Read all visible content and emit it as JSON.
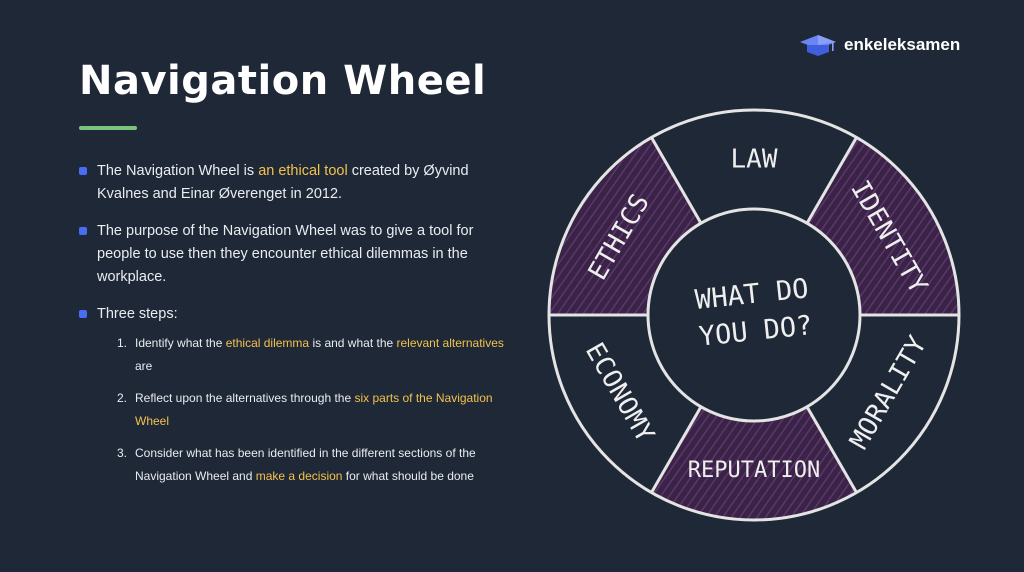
{
  "slide": {
    "title": "Navigation Wheel",
    "brand": {
      "name": "enkeleksamen"
    },
    "colors": {
      "background": "#1f2836",
      "highlight": "#f2c14e",
      "bullet": "#4a6cf5",
      "accent_line": "#7bc47f"
    },
    "bullets": [
      {
        "parts": [
          "The Navigation Wheel is ",
          "an ethical tool",
          " created by Øyvind Kvalnes and Einar Øverenget in 2012."
        ]
      },
      {
        "parts": [
          "The purpose of the Navigation Wheel was to give a tool for people to use then they encounter ethical dilemmas in the workplace."
        ]
      },
      {
        "parts": [
          "Three steps:"
        ]
      }
    ],
    "steps": [
      {
        "number": "1.",
        "parts": [
          "Identify what the ",
          "ethical dilemma",
          " is and what the ",
          "relevant alternatives",
          " are"
        ]
      },
      {
        "number": "2.",
        "parts": [
          "Reflect upon the alternatives through the ",
          "six parts of the Navigation Wheel"
        ]
      },
      {
        "number": "3.",
        "parts": [
          "Consider what has been identified in the different sections of the Navigation Wheel and ",
          "make a decision",
          " for what should be done"
        ]
      }
    ]
  },
  "wheel": {
    "center_lines": [
      "WHAT DO",
      "YOU DO?"
    ],
    "segments": [
      "LAW",
      "IDENTITY",
      "MORALITY",
      "REPUTATION",
      "ECONOMY",
      "ETHICS"
    ],
    "shaded_segments": [
      "IDENTITY",
      "REPUTATION",
      "ETHICS"
    ],
    "shade_color": "#4a2a55",
    "line_color": "#e4e4e4"
  }
}
